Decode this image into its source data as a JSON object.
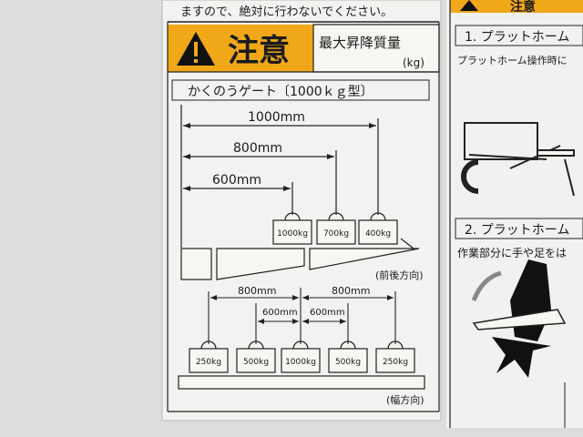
{
  "top_note": "ますので、絶対に行わないでください。",
  "caution": {
    "word": "注意",
    "color": "#f0a818",
    "heading_line1": "最大昇降質量",
    "heading_unit": "(kg)"
  },
  "gate_title": "かくのうゲート〔1000ｋｇ型〕",
  "longitudinal": {
    "dims": [
      "1000mm",
      "800mm",
      "600mm"
    ],
    "weights": [
      "1000kg",
      "700kg",
      "400kg"
    ],
    "direction_label": "(前後方向)"
  },
  "lateral": {
    "dims_outer": [
      "800mm",
      "800mm"
    ],
    "dims_inner": [
      "600mm",
      "600mm"
    ],
    "weights": [
      "250kg",
      "500kg",
      "1000kg",
      "500kg",
      "250kg"
    ],
    "direction_label": "(幅方向)"
  },
  "right_panel": {
    "caution_partial": "注意",
    "item1": "1. プラットホーム",
    "item1_text": "プラットホーム操作時に",
    "item2": "2. プラットホーム",
    "item2_text": "作業部分に手や足をは"
  }
}
